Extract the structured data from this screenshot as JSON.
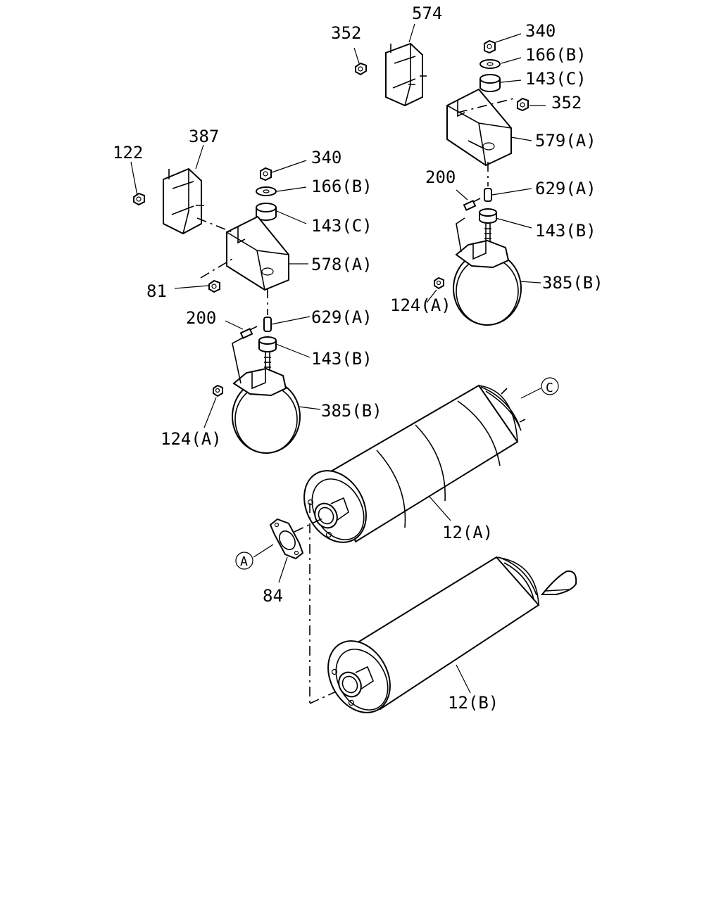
{
  "callouts": {
    "c574": "574",
    "c352a": "352",
    "c340a": "340",
    "c166a": "166(B)",
    "c143ca": "143(C)",
    "c352b": "352",
    "c579": "579(A)",
    "c200a": "200",
    "c629a": "629(A)",
    "c143ba": "143(B)",
    "c124a": "124(A)",
    "c385a": "385(B)",
    "c387": "387",
    "c122": "122",
    "c340b": "340",
    "c166b": "166(B)",
    "c143cb": "143(C)",
    "c578": "578(A)",
    "c81": "81",
    "c200b": "200",
    "c629b": "629(A)",
    "c143bb": "143(B)",
    "c124b": "124(A)",
    "c385b": "385(B)",
    "cC": "C",
    "c12a": "12(A)",
    "cA": "A",
    "c84": "84",
    "c12b": "12(B)"
  }
}
